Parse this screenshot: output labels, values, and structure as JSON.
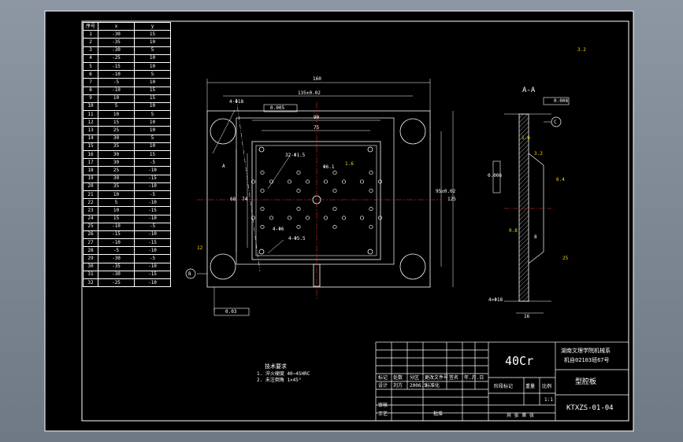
{
  "coord_table": {
    "headers": [
      "序号",
      "x",
      "y"
    ],
    "rows": [
      [
        "1",
        "-30",
        "15"
      ],
      [
        "2",
        "-35",
        "10"
      ],
      [
        "3",
        "-30",
        "5"
      ],
      [
        "4",
        "-25",
        "10"
      ],
      [
        "5",
        "-15",
        "10"
      ],
      [
        "6",
        "-10",
        "5"
      ],
      [
        "7",
        "-5",
        "10"
      ],
      [
        "8",
        "-10",
        "15"
      ],
      [
        "9",
        "10",
        "15"
      ],
      [
        "10",
        "5",
        "10"
      ],
      [
        "11",
        "10",
        "5"
      ],
      [
        "12",
        "15",
        "10"
      ],
      [
        "13",
        "25",
        "10"
      ],
      [
        "14",
        "30",
        "5"
      ],
      [
        "15",
        "35",
        "10"
      ],
      [
        "16",
        "30",
        "15"
      ],
      [
        "17",
        "30",
        "-5"
      ],
      [
        "18",
        "25",
        "-10"
      ],
      [
        "19",
        "30",
        "-15"
      ],
      [
        "20",
        "35",
        "-10"
      ],
      [
        "21",
        "10",
        "-5"
      ],
      [
        "22",
        "5",
        "-10"
      ],
      [
        "23",
        "10",
        "-15"
      ],
      [
        "24",
        "15",
        "-10"
      ],
      [
        "25",
        "-10",
        "-5"
      ],
      [
        "26",
        "-15",
        "-10"
      ],
      [
        "27",
        "-10",
        "-15"
      ],
      [
        "28",
        "-5",
        "-10"
      ],
      [
        "29",
        "-30",
        "-5"
      ],
      [
        "30",
        "-35",
        "-10"
      ],
      [
        "31",
        "-30",
        "-15"
      ],
      [
        "32",
        "-25",
        "-10"
      ]
    ]
  },
  "front_view": {
    "dim_width": "160",
    "dim_hole_span": "135±0.02",
    "dim_inner": "90",
    "dim_inner2": "75",
    "dim_h1": "68",
    "dim_h2": "74",
    "dim_height_span": "95±0.02",
    "dim_height": "125",
    "label_corner_holes": "4-Φ18",
    "label_tol_top": "0.005",
    "label_pin_holes": "32-Φ1.5",
    "label_small": "4-Φ5.5",
    "label_hole2": "4-Φ6",
    "label_d1": "Φ6.1",
    "label_section_a": "A",
    "label_datum_b": "B",
    "label_datum_c": "C",
    "label_flat_bottom": "0.03",
    "roughness": "1.6",
    "roughness2": "3.2",
    "roughness3": "12"
  },
  "section_view": {
    "title": "A-A",
    "flat_tol": "0.008",
    "perp_tol": "0.006",
    "dim_bottom": "16",
    "dim_side": "4×Φ18",
    "r1": "1.6",
    "r2": "3.2",
    "r3": "6.4",
    "r4": "0.8",
    "r5": "25",
    "dim_8": "8"
  },
  "tech_notes": {
    "title": "技术要求",
    "line1": "1. 淬火硬度 40~45HRC",
    "line2": "2. 未注倒角 1×45°"
  },
  "title_block": {
    "material": "40Cr",
    "org": "湖南文理学院机械系",
    "org2": "机自02103班67号",
    "part_name": "型腔板",
    "drawing_no": "KTXZS-01-04",
    "h_mark": "标记",
    "h_count": "处数",
    "h_zone": "分区",
    "h_doc": "更改文件号",
    "h_sign": "签名",
    "h_date": "年.月.日",
    "h_design": "设计",
    "designer": "刘方",
    "design_date": "2006.5",
    "h_std": "标准化",
    "h_stage": "阶段标记",
    "h_weight": "重量",
    "h_scale": "比例",
    "scale": "1:1",
    "h_audit": "审核",
    "h_process": "工艺",
    "h_approve": "批准",
    "sheet": "共 张 第 张"
  }
}
